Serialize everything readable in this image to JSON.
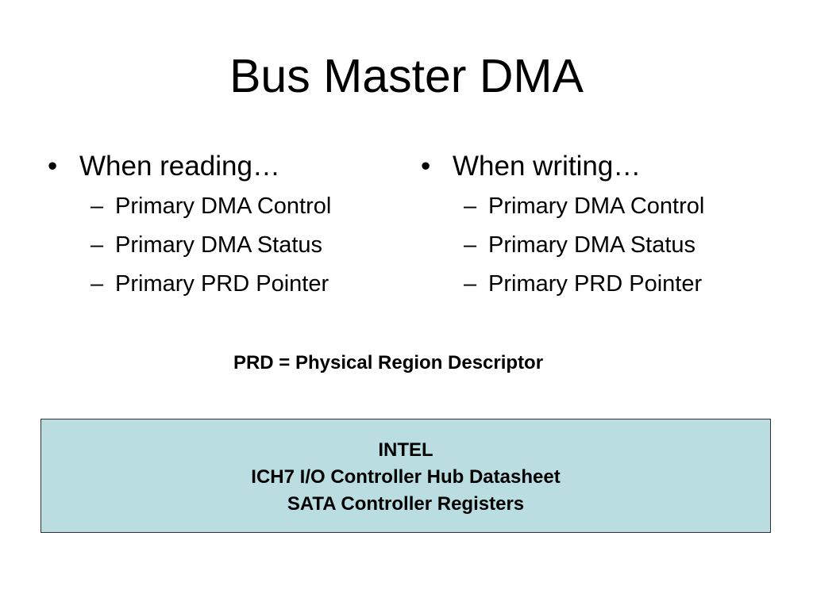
{
  "slide": {
    "title": "Bus Master DMA",
    "left_column": {
      "bullet": "•",
      "heading": "When reading…",
      "dash": "–",
      "items": [
        "Primary DMA Control",
        "Primary DMA Status",
        "Primary PRD Pointer"
      ]
    },
    "right_column": {
      "bullet": "•",
      "heading": "When writing…",
      "dash": "–",
      "items": [
        "Primary DMA Control",
        "Primary DMA Status",
        "Primary PRD Pointer"
      ]
    },
    "note": "PRD = Physical Region Descriptor",
    "reference_box": {
      "lines": [
        "INTEL",
        "ICH7 I/O Controller Hub Datasheet",
        "SATA Controller Registers"
      ],
      "background_color": "#b9dde1"
    }
  }
}
